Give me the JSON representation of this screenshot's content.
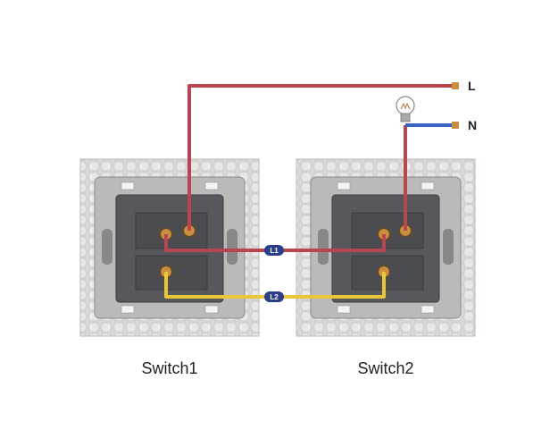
{
  "terminals": {
    "line": "L",
    "neutral": "N"
  },
  "links": {
    "l1": "L1",
    "l2": "L2"
  },
  "switches": [
    {
      "caption": "Switch1"
    },
    {
      "caption": "Switch2"
    }
  ],
  "colors": {
    "live_wire": "#b8454f",
    "traveler_wire": "#e8c83a",
    "neutral_wire": "#3b63c4",
    "frame": "#d8d6d4",
    "plate": "#55575a",
    "tag": "#2b3e8c"
  }
}
